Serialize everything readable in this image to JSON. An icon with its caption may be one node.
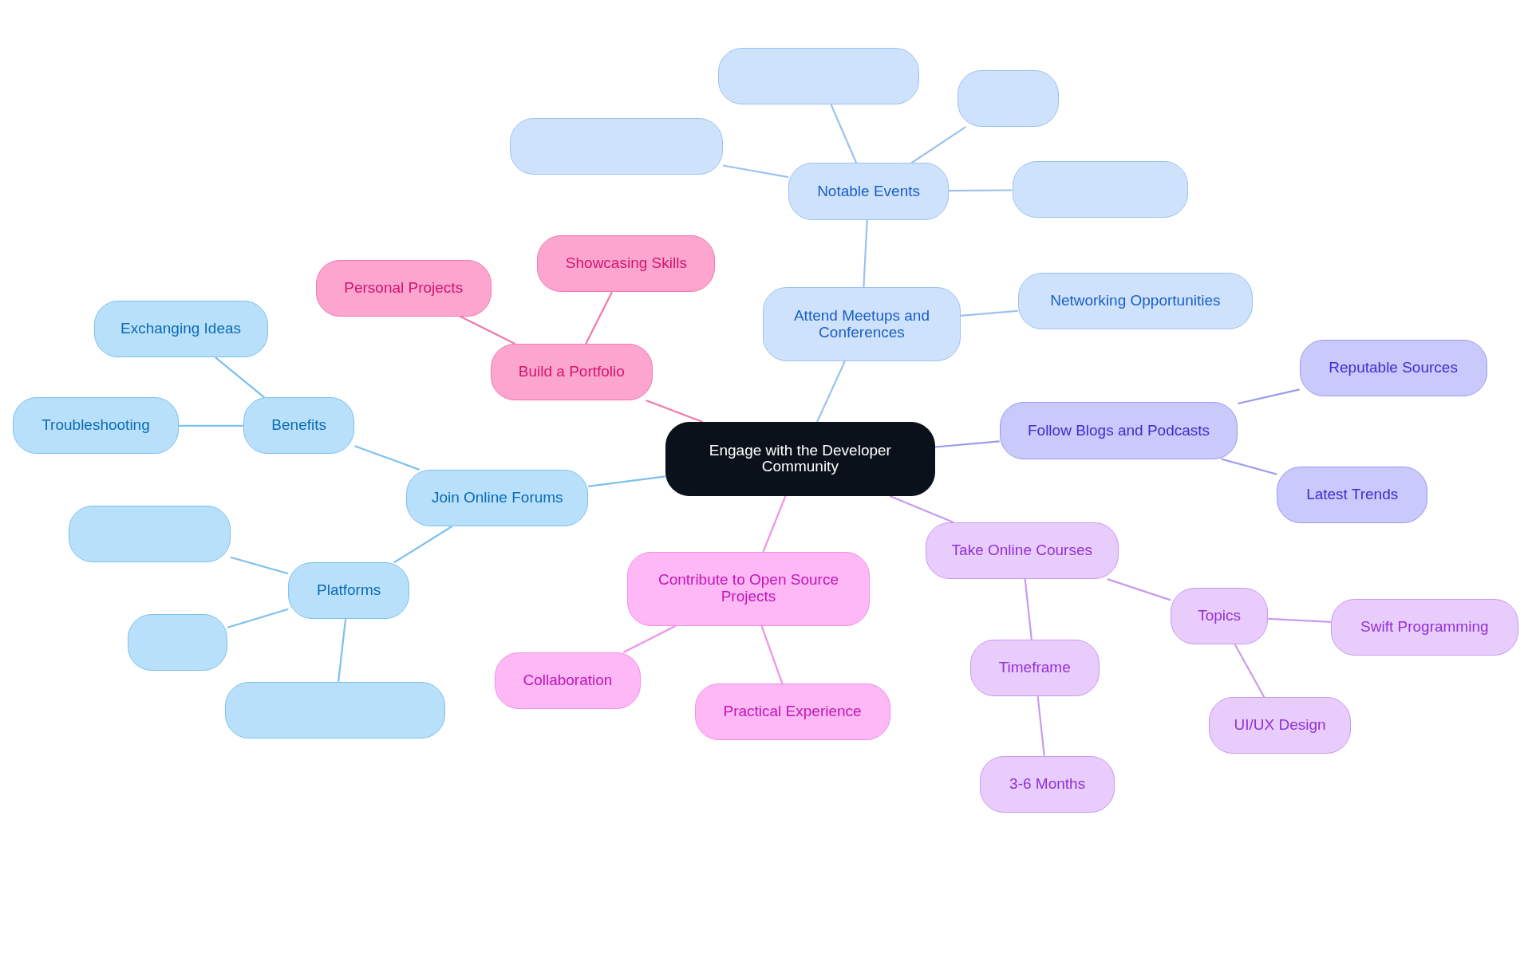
{
  "diagram": {
    "nodes": [
      {
        "text": [
          "Engage with the Developer Community"
        ]
      },
      {
        "text": [
          "Attend Meetups and Conferences"
        ]
      },
      {
        "text": [
          "Notable Events"
        ]
      },
      {
        "text": [],
        "shape": "box"
      },
      {
        "text": [],
        "shape": "box"
      },
      {
        "text": [],
        "shape": "box"
      },
      {
        "text": [],
        "shape": "box"
      },
      {
        "text": [
          "Networking Opportunities"
        ]
      },
      {
        "text": [
          "Build a Portfolio"
        ]
      },
      {
        "text": [
          "Personal Projects"
        ]
      },
      {
        "text": [
          "Showcasing Skills"
        ]
      },
      {
        "text": [
          "Join Online Forums"
        ]
      },
      {
        "text": [
          "Benefits"
        ]
      },
      {
        "text": [
          "Exchanging Ideas"
        ]
      },
      {
        "text": [
          "Troubleshooting"
        ]
      },
      {
        "text": [
          "Platforms"
        ]
      },
      {
        "text": [],
        "shape": "box"
      },
      {
        "text": [],
        "shape": "box"
      },
      {
        "text": [],
        "shape": "box"
      },
      {
        "text": [
          "Follow Blogs and Podcasts"
        ]
      },
      {
        "text": [
          "Reputable Sources"
        ]
      },
      {
        "text": [
          "Latest Trends"
        ]
      },
      {
        "text": [
          "Take Online Courses"
        ]
      },
      {
        "text": [
          "Timeframe"
        ]
      },
      {
        "text": [
          "3-6 Months"
        ]
      },
      {
        "text": [
          "Topics"
        ]
      },
      {
        "text": [
          "Swift Programming"
        ]
      },
      {
        "text": [
          "UI/UX Design"
        ]
      },
      {
        "text": [
          "Contribute to Open Source Projects"
        ]
      },
      {
        "text": [
          "Collaboration"
        ]
      },
      {
        "text": [
          "Practical Experience"
        ]
      }
    ],
    "edges": [
      {
        "from": 0,
        "to": 1,
        "arrow": "none",
        "color": "#9bc2f0"
      },
      {
        "from": 1,
        "to": 2,
        "arrow": "none",
        "color": "#9bc2f0"
      },
      {
        "from": 2,
        "to": 3,
        "arrow": "none",
        "color": "#9bc2f0"
      },
      {
        "from": 2,
        "to": 4,
        "arrow": "none",
        "color": "#9bc2f0"
      },
      {
        "from": 2,
        "to": 5,
        "arrow": "none",
        "color": "#9bc2f0"
      },
      {
        "from": 2,
        "to": 6,
        "arrow": "none",
        "color": "#9bc2f0"
      },
      {
        "from": 1,
        "to": 7,
        "arrow": "none",
        "color": "#9bc2f0"
      },
      {
        "from": 0,
        "to": 8,
        "arrow": "none",
        "color": "#f07aae"
      },
      {
        "from": 8,
        "to": 9,
        "arrow": "none",
        "color": "#f07aae"
      },
      {
        "from": 8,
        "to": 10,
        "arrow": "none",
        "color": "#f07aae"
      },
      {
        "from": 0,
        "to": 11,
        "arrow": "none",
        "color": "#7cc0ee"
      },
      {
        "from": 11,
        "to": 12,
        "arrow": "none",
        "color": "#7cc0ee"
      },
      {
        "from": 12,
        "to": 13,
        "arrow": "none",
        "color": "#7cc0ee"
      },
      {
        "from": 12,
        "to": 14,
        "arrow": "none",
        "color": "#7cc0ee"
      },
      {
        "from": 11,
        "to": 15,
        "arrow": "none",
        "color": "#7cc0ee"
      },
      {
        "from": 15,
        "to": 16,
        "arrow": "none",
        "color": "#7cc0ee"
      },
      {
        "from": 15,
        "to": 17,
        "arrow": "none",
        "color": "#7cc0ee"
      },
      {
        "from": 15,
        "to": 18,
        "arrow": "none",
        "color": "#7cc0ee"
      },
      {
        "from": 0,
        "to": 19,
        "arrow": "none",
        "color": "#9a9af0"
      },
      {
        "from": 19,
        "to": 20,
        "arrow": "none",
        "color": "#9a9af0"
      },
      {
        "from": 19,
        "to": 21,
        "arrow": "none",
        "color": "#9a9af0"
      },
      {
        "from": 0,
        "to": 22,
        "arrow": "none",
        "color": "#c89af0"
      },
      {
        "from": 22,
        "to": 23,
        "arrow": "none",
        "color": "#c89af0"
      },
      {
        "from": 23,
        "to": 24,
        "arrow": "none",
        "color": "#c89af0"
      },
      {
        "from": 22,
        "to": 25,
        "arrow": "none",
        "color": "#c89af0"
      },
      {
        "from": 25,
        "to": 26,
        "arrow": "none",
        "color": "#c89af0"
      },
      {
        "from": 25,
        "to": 27,
        "arrow": "none",
        "color": "#c89af0"
      },
      {
        "from": 0,
        "to": 28,
        "arrow": "none",
        "color": "#f090e8"
      },
      {
        "from": 28,
        "to": 29,
        "arrow": "none",
        "color": "#f090e8"
      },
      {
        "from": 28,
        "to": 30,
        "arrow": "none",
        "color": "#f090e8"
      }
    ]
  }
}
